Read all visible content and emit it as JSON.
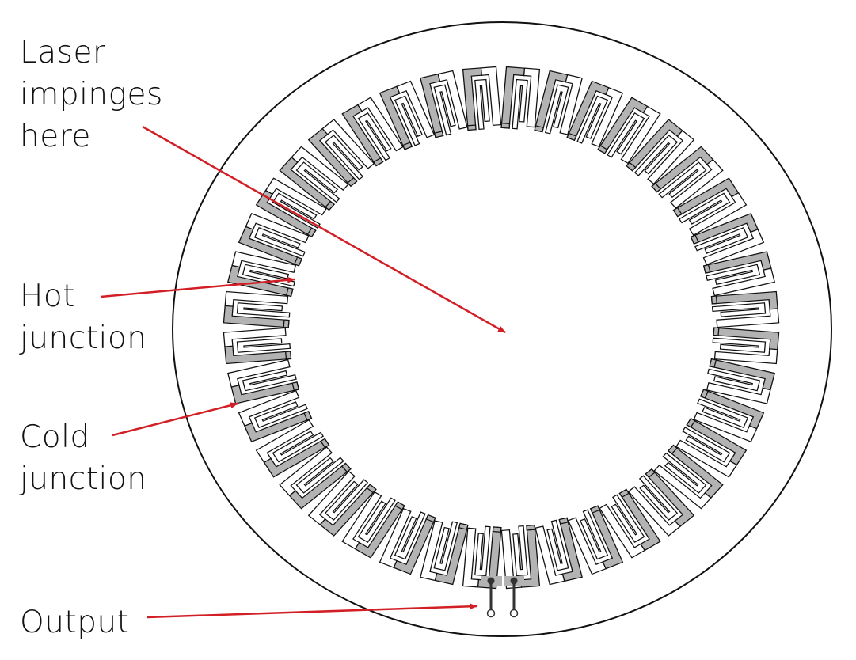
{
  "labels": {
    "laser": [
      "Laser",
      "impinges",
      "here"
    ],
    "hot": [
      "Hot",
      "junction"
    ],
    "cold": [
      "Cold",
      "junction"
    ],
    "output": "Output"
  },
  "colors": {
    "arrow": "#d21f26",
    "hot_leg": "#b3b3b3",
    "outline": "#111111",
    "lead": "#333333"
  },
  "thermopile": {
    "junction_count": 40
  }
}
